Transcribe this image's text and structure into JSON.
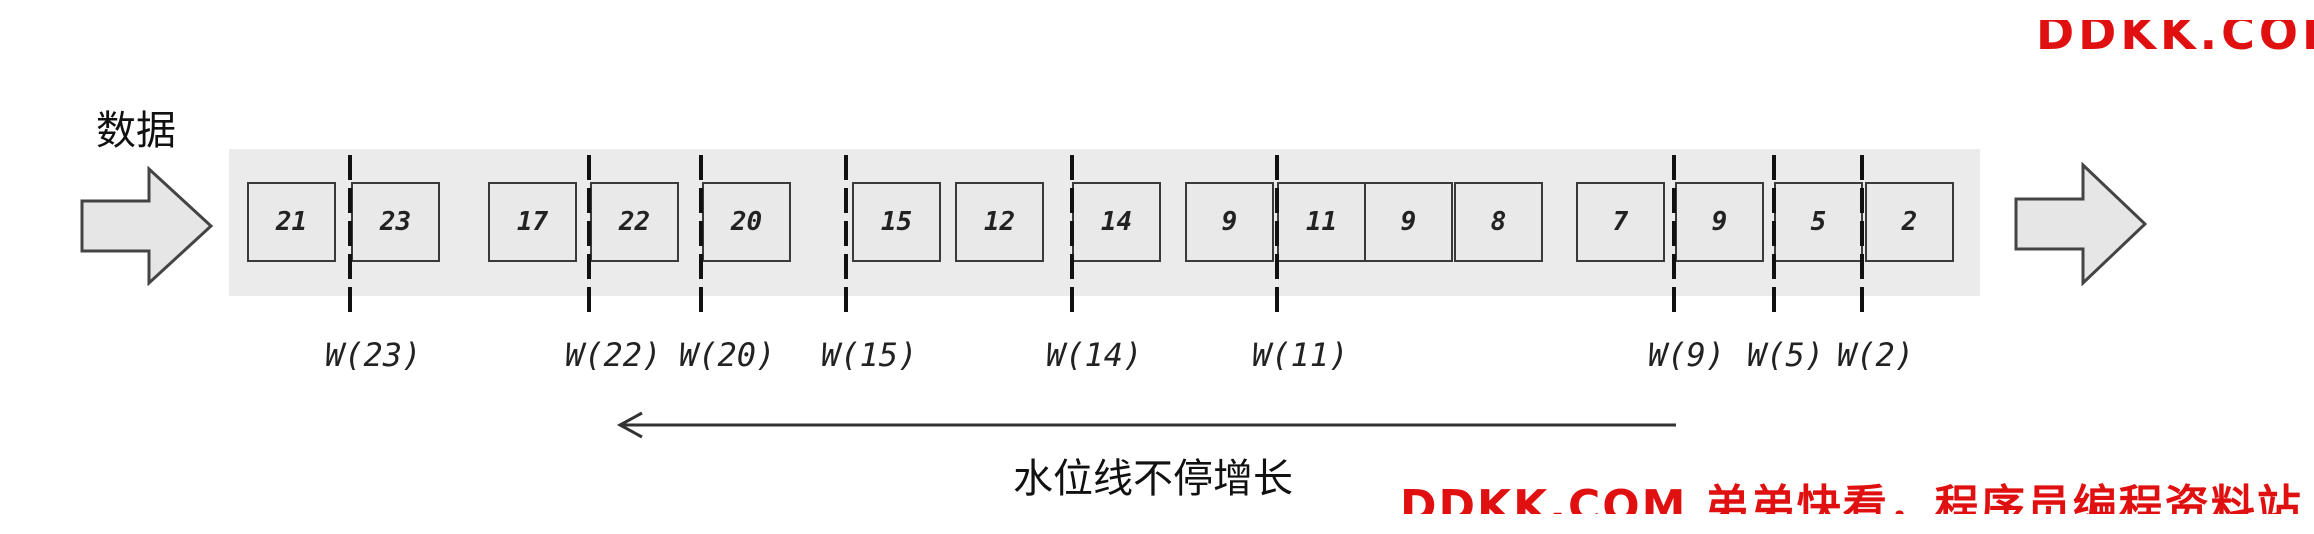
{
  "labels": {
    "input": "数据",
    "growth": "水位线不停增长"
  },
  "events": [
    "21",
    "23",
    "17",
    "22",
    "20",
    "15",
    "12",
    "14",
    "9",
    "11",
    "9",
    "8",
    "7",
    "9",
    "5",
    "2"
  ],
  "watermarks": [
    "W(23)",
    "W(22)",
    "W(20)",
    "W(15)",
    "W(14)",
    "W(11)",
    "W(9)",
    "W(5)",
    "W(2)"
  ],
  "watermark_text": {
    "top_right": "DDKK.COM",
    "bottom": "DDKK.COM 弟弟快看，程序员编程资料站"
  },
  "colors": {
    "band": "#ebebeb",
    "box_fill": "#e9e9e9",
    "arrow_fill": "#e6e6e6",
    "watermark": "#e01010"
  }
}
